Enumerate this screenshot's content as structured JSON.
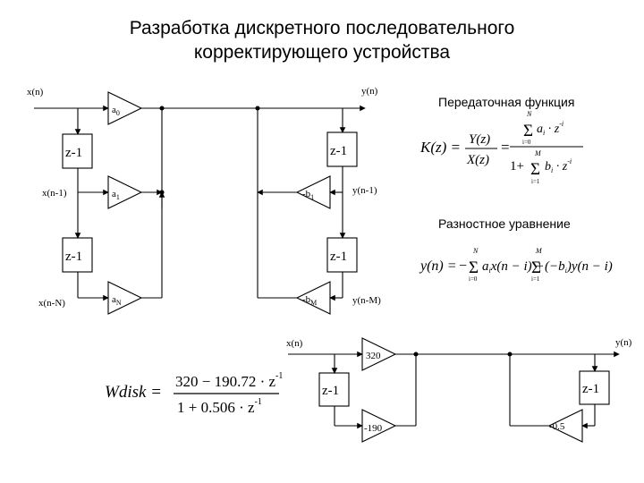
{
  "title_line1": "Разработка дискретного последовательного",
  "title_line2": "корректирующего устройства",
  "transfer_heading": "Передаточная функция",
  "difference_heading": "Разностное уравнение",
  "diagram1": {
    "input_label": "x(n)",
    "output_label": "y(n)",
    "x_delay1_label": "x(n-1)",
    "x_delayN_label": "x(n-N)",
    "y_delay1_label": "y(n-1)",
    "y_delayM_label": "y(n-M)",
    "delay_label": "z-1",
    "coef_a0": "a",
    "coef_a0_sub": "0",
    "coef_a1": "a",
    "coef_a1_sub": "1",
    "coef_aN": "a",
    "coef_aN_sub": "N",
    "coef_b1": "-b",
    "coef_b1_sub": "1",
    "coef_bM": "-b",
    "coef_bM_sub": "M"
  },
  "diagram2": {
    "input_label": "x(n)",
    "output_label": "y(n)",
    "gain_320": "320",
    "gain_m190": "-190",
    "gain_m05": "-0.5",
    "delay_label": "z-1"
  },
  "formula_transfer": {
    "lhs": "K(z) =",
    "frac_num": "Y(z)",
    "frac_den": "X(z)",
    "sum_expr": "a",
    "sum_sub": "i",
    "z_base": "z",
    "z_exp": "-i",
    "one_plus": "1+",
    "b_expr": "b",
    "sum_top_N": "N",
    "sum_top_M": "M",
    "sum_bot_0": "i=0",
    "sum_bot_1": "i=1"
  },
  "formula_difference": {
    "lhs": "y(n) =",
    "term1": "a",
    "term1_sub": "i",
    "term1_arg": "x(n − i) +",
    "term2": "(−b",
    "term2_sub": "i",
    "term2_arg": ")y(n − i)",
    "sum_top_N": "N",
    "sum_top_M": "M",
    "sum_bot_0": "i=0",
    "sum_bot_1": "i=1"
  },
  "formula_wdisk": {
    "lhs": "Wdisk =",
    "numerator": "320 − 190.72 · z",
    "numerator_exp": "-1",
    "denominator": "1 + 0.506 · z",
    "denominator_exp": "-1"
  }
}
